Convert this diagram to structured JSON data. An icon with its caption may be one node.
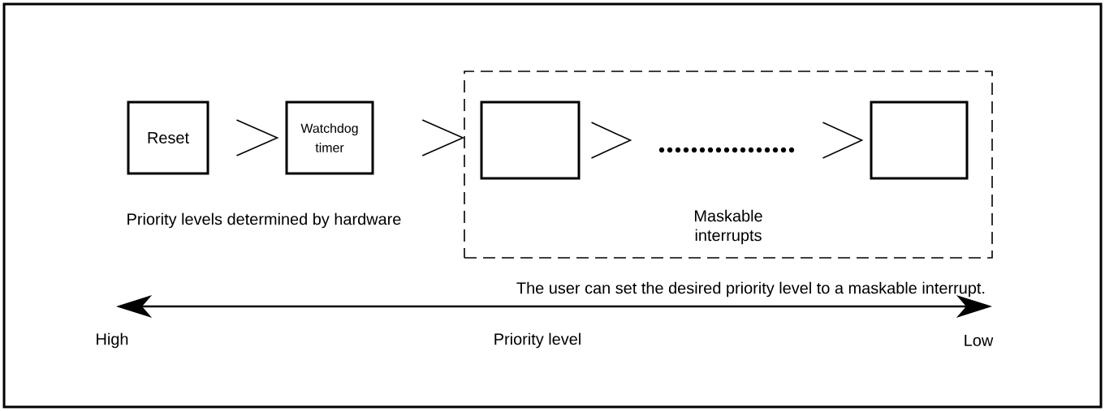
{
  "diagram": {
    "nodes": [
      {
        "text": [
          "Reset"
        ]
      },
      {
        "text": [
          "Watchdog timer"
        ]
      },
      {
        "text": [
          "Maskable interrupts"
        ]
      },
      {
        "text": [],
        "shape": "box",
        "in": 2
      },
      {
        "text": [],
        "shape": "box",
        "in": 2
      }
    ],
    "edges": [
      {
        "from": 0,
        "to": 1,
        "arrow": "to"
      },
      {
        "from": 1,
        "to": 2,
        "arrow": "to"
      },
      {
        "from": 3,
        "to": 4,
        "arrow": "to"
      }
    ],
    "labels": [
      "Priority levels determined by hardware",
      "The user can set the desired priority level to a maskable interrupt.",
      "High",
      "Priority level",
      "Low"
    ]
  }
}
